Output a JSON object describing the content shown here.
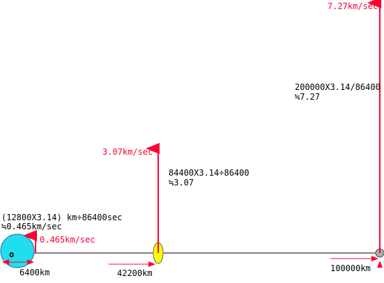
{
  "colors": {
    "velocity_arrow": "#ff0033",
    "distance_arrow": "#ff0033",
    "baseline": "#000000",
    "earth_fill": "#22ddee",
    "orbit_42200_fill": "#ffff00",
    "orbit_100000_fill": "#aaaaaa"
  },
  "bodies": [
    {
      "name": "earth",
      "center_label": "o",
      "distance_label": "6400km",
      "formula": [
        "(12800X3.14) km÷86400sec",
        "≒0.465km/sec"
      ],
      "velocity_label": "0.465km/sec"
    },
    {
      "name": "orbit-42200",
      "distance_label": "42200km",
      "formula": [
        "84400X3.14÷86400",
        "≒3.07"
      ],
      "velocity_label": "3.07km/sec"
    },
    {
      "name": "orbit-100000",
      "distance_label": "100000km",
      "formula": [
        "200000X3.14/86400",
        "≒7.27"
      ],
      "velocity_label": "7.27km/sec"
    }
  ]
}
